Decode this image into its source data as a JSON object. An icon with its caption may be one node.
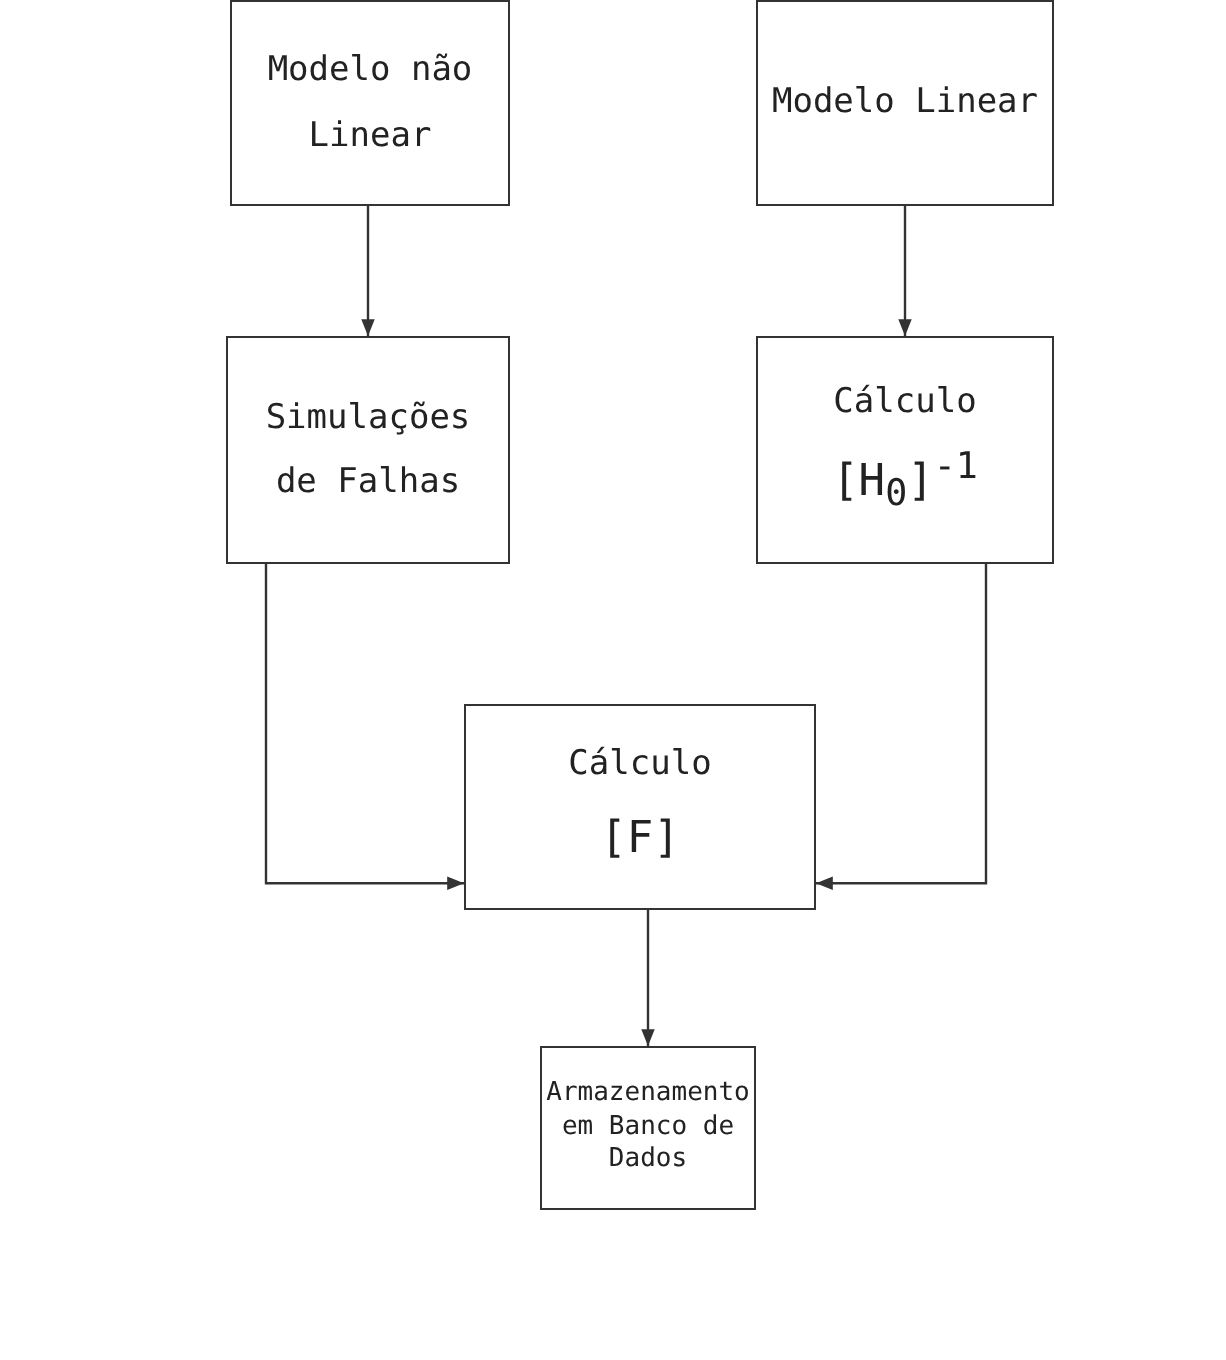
{
  "diagram": {
    "nodes": [
      {
        "text": [
          "Modelo não Linear"
        ]
      },
      {
        "text": [
          "Modelo Linear"
        ]
      },
      {
        "text": [
          "Simulações de Falhas"
        ]
      },
      {
        "text": [
          "Cálculo",
          "[H$_{0}$]$^{-1}$"
        ]
      },
      {
        "text": [
          "Cálculo",
          "[F]"
        ]
      },
      {
        "text": [
          "Armazenamento em Banco de Dados"
        ]
      }
    ],
    "edges": [
      {
        "from": 0,
        "to": 2,
        "arrow": "to"
      },
      {
        "from": 1,
        "to": 3,
        "arrow": "to"
      },
      {
        "from": 2,
        "to": 4,
        "arrow": "to"
      },
      {
        "from": 3,
        "to": 4,
        "arrow": "to"
      },
      {
        "from": 4,
        "to": 5,
        "arrow": "to"
      }
    ]
  }
}
